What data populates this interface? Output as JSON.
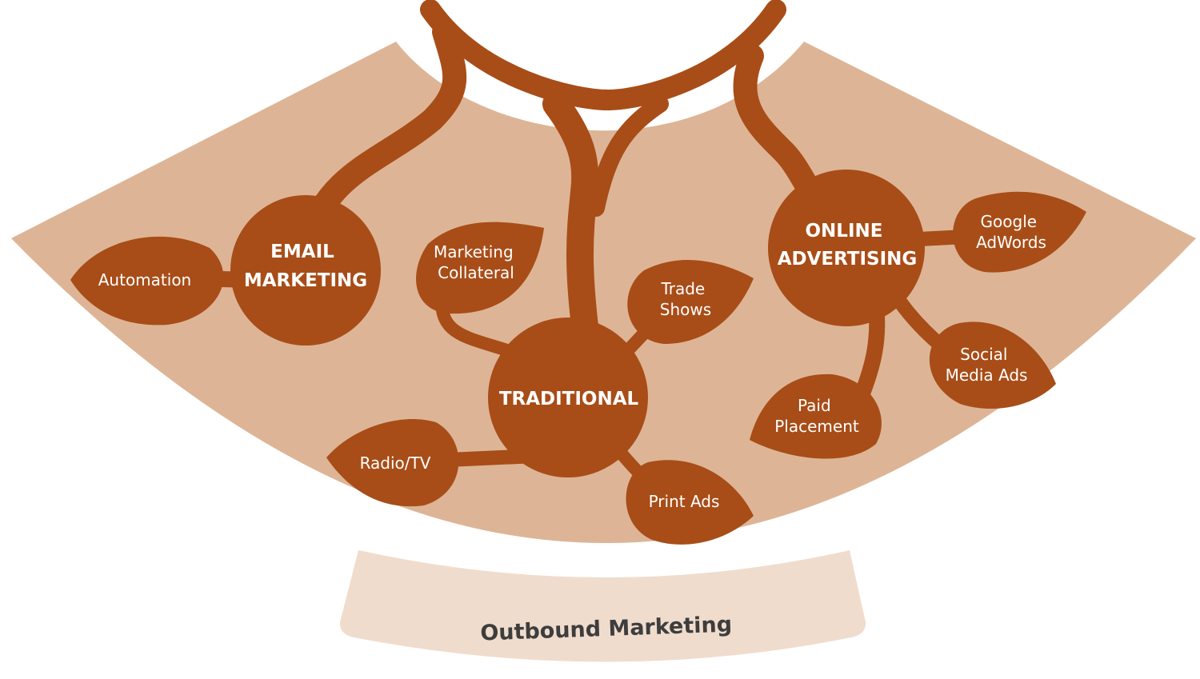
{
  "colors": {
    "fan": "#ddb596",
    "band": "#f0dccd",
    "node": "#a84d18",
    "text_on_node": "#ffffff",
    "band_text": "#3d3d3d"
  },
  "base_label": "Outbound Marketing",
  "hubs": {
    "email": {
      "lines": [
        "EMAIL",
        "MARKETING"
      ]
    },
    "traditional": {
      "lines": [
        "TRADITIONAL"
      ]
    },
    "online": {
      "lines": [
        "ONLINE",
        "ADVERTISING"
      ]
    }
  },
  "leaves": {
    "automation": {
      "lines": [
        "Automation"
      ]
    },
    "marketing_collateral": {
      "lines": [
        "Marketing",
        "Collateral"
      ]
    },
    "trade_shows": {
      "lines": [
        "Trade",
        "Shows"
      ]
    },
    "radio_tv": {
      "lines": [
        "Radio/TV"
      ]
    },
    "print_ads": {
      "lines": [
        "Print Ads"
      ]
    },
    "google_adwords": {
      "lines": [
        "Google",
        "AdWords"
      ]
    },
    "social_media_ads": {
      "lines": [
        "Social",
        "Media Ads"
      ]
    },
    "paid_placement": {
      "lines": [
        "Paid",
        "Placement"
      ]
    }
  }
}
